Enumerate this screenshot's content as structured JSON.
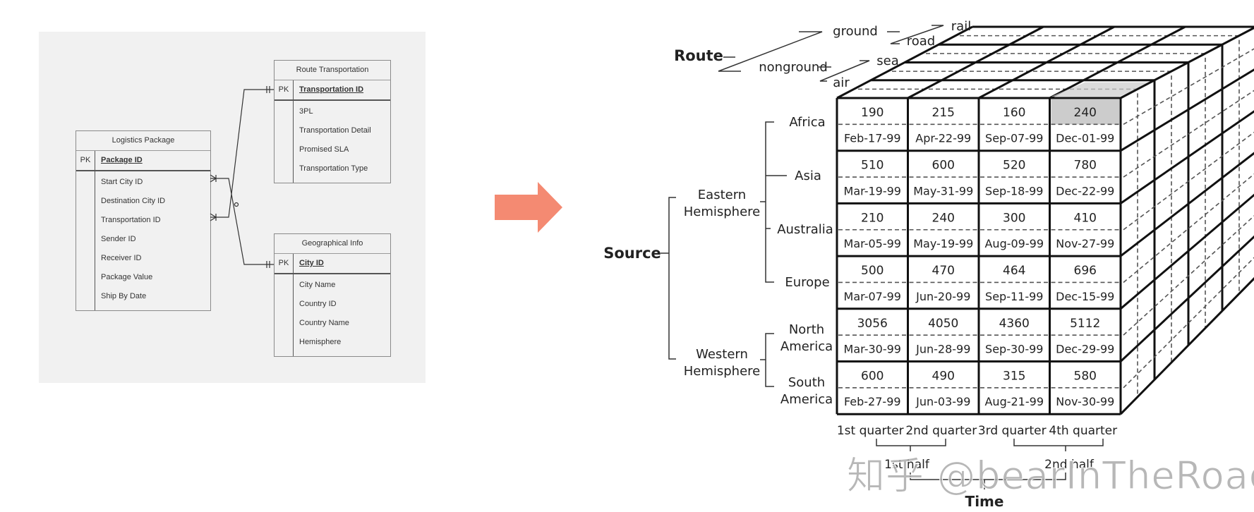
{
  "er_diagram": {
    "entities": {
      "logistics": {
        "title": "Logistics Package",
        "pk_label": "PK",
        "pk": "Package ID",
        "attributes": [
          "Start City ID",
          "Destination City ID",
          "Transportation ID",
          "Sender ID",
          "Receiver ID",
          "Package Value",
          "Ship By Date"
        ]
      },
      "route": {
        "title": "Route Transportation",
        "pk_label": "PK",
        "pk": "Transportation ID",
        "attributes": [
          "3PL",
          "Transportation Detail",
          "Promised SLA",
          "Transportation Type"
        ]
      },
      "geo": {
        "title": "Geographical Info",
        "pk_label": "PK",
        "pk": "City ID",
        "attributes": [
          "City Name",
          "Country ID",
          "Country Name",
          "Hemisphere"
        ]
      }
    },
    "relationships": [
      {
        "from": "Logistics Package.Start City ID",
        "to": "Geographical Info.City ID",
        "from_card": "many",
        "to_card": "one"
      },
      {
        "from": "Logistics Package.Transportation ID",
        "to": "Route Transportation.Transportation ID",
        "from_card": "many",
        "to_card": "one"
      }
    ],
    "colors": {
      "panel": "#f1f1f1",
      "border": "#8a8a8a",
      "line": "#333333"
    }
  },
  "arrow": {
    "color": "#f48a72",
    "icon": "right-arrow-icon"
  },
  "cube": {
    "route_dim": {
      "label": "Route",
      "groups": [
        {
          "label": "ground",
          "children": [
            "rail",
            "road"
          ]
        },
        {
          "label": "nonground",
          "children": [
            "sea",
            "air"
          ]
        }
      ]
    },
    "source_dim": {
      "label": "Source",
      "groups": [
        {
          "label_lines": [
            "Eastern",
            "Hemisphere"
          ],
          "children": [
            {
              "lines": [
                "Africa"
              ]
            },
            {
              "lines": [
                "Asia"
              ]
            },
            {
              "lines": [
                "Australia"
              ]
            },
            {
              "lines": [
                "Europe"
              ]
            }
          ]
        },
        {
          "label_lines": [
            "Western",
            "Hemisphere"
          ],
          "children": [
            {
              "lines": [
                "North",
                "America"
              ]
            },
            {
              "lines": [
                "South",
                "America"
              ]
            }
          ]
        }
      ]
    },
    "time_dim": {
      "label": "Time",
      "quarters": [
        "1st quarter",
        "2nd quarter",
        "3rd quarter",
        "4th quarter"
      ],
      "halves": [
        "1st half",
        "2nd half"
      ]
    },
    "cells": [
      [
        {
          "value": "190",
          "date": "Feb-17-99"
        },
        {
          "value": "215",
          "date": "Apr-22-99"
        },
        {
          "value": "160",
          "date": "Sep-07-99"
        },
        {
          "value": "240",
          "date": "Dec-01-99",
          "highlight": true
        }
      ],
      [
        {
          "value": "510",
          "date": "Mar-19-99"
        },
        {
          "value": "600",
          "date": "May-31-99"
        },
        {
          "value": "520",
          "date": "Sep-18-99"
        },
        {
          "value": "780",
          "date": "Dec-22-99"
        }
      ],
      [
        {
          "value": "210",
          "date": "Mar-05-99"
        },
        {
          "value": "240",
          "date": "May-19-99"
        },
        {
          "value": "300",
          "date": "Aug-09-99"
        },
        {
          "value": "410",
          "date": "Nov-27-99"
        }
      ],
      [
        {
          "value": "500",
          "date": "Mar-07-99"
        },
        {
          "value": "470",
          "date": "Jun-20-99"
        },
        {
          "value": "464",
          "date": "Sep-11-99"
        },
        {
          "value": "696",
          "date": "Dec-15-99"
        }
      ],
      [
        {
          "value": "3056",
          "date": "Mar-30-99"
        },
        {
          "value": "4050",
          "date": "Jun-28-99"
        },
        {
          "value": "4360",
          "date": "Sep-30-99"
        },
        {
          "value": "5112",
          "date": "Dec-29-99"
        }
      ],
      [
        {
          "value": "600",
          "date": "Feb-27-99"
        },
        {
          "value": "490",
          "date": "Jun-03-99"
        },
        {
          "value": "315",
          "date": "Aug-21-99"
        },
        {
          "value": "580",
          "date": "Nov-30-99"
        }
      ]
    ],
    "highlight_color": "#cccccc"
  },
  "watermark": "知乎 @bearInTheRoad"
}
